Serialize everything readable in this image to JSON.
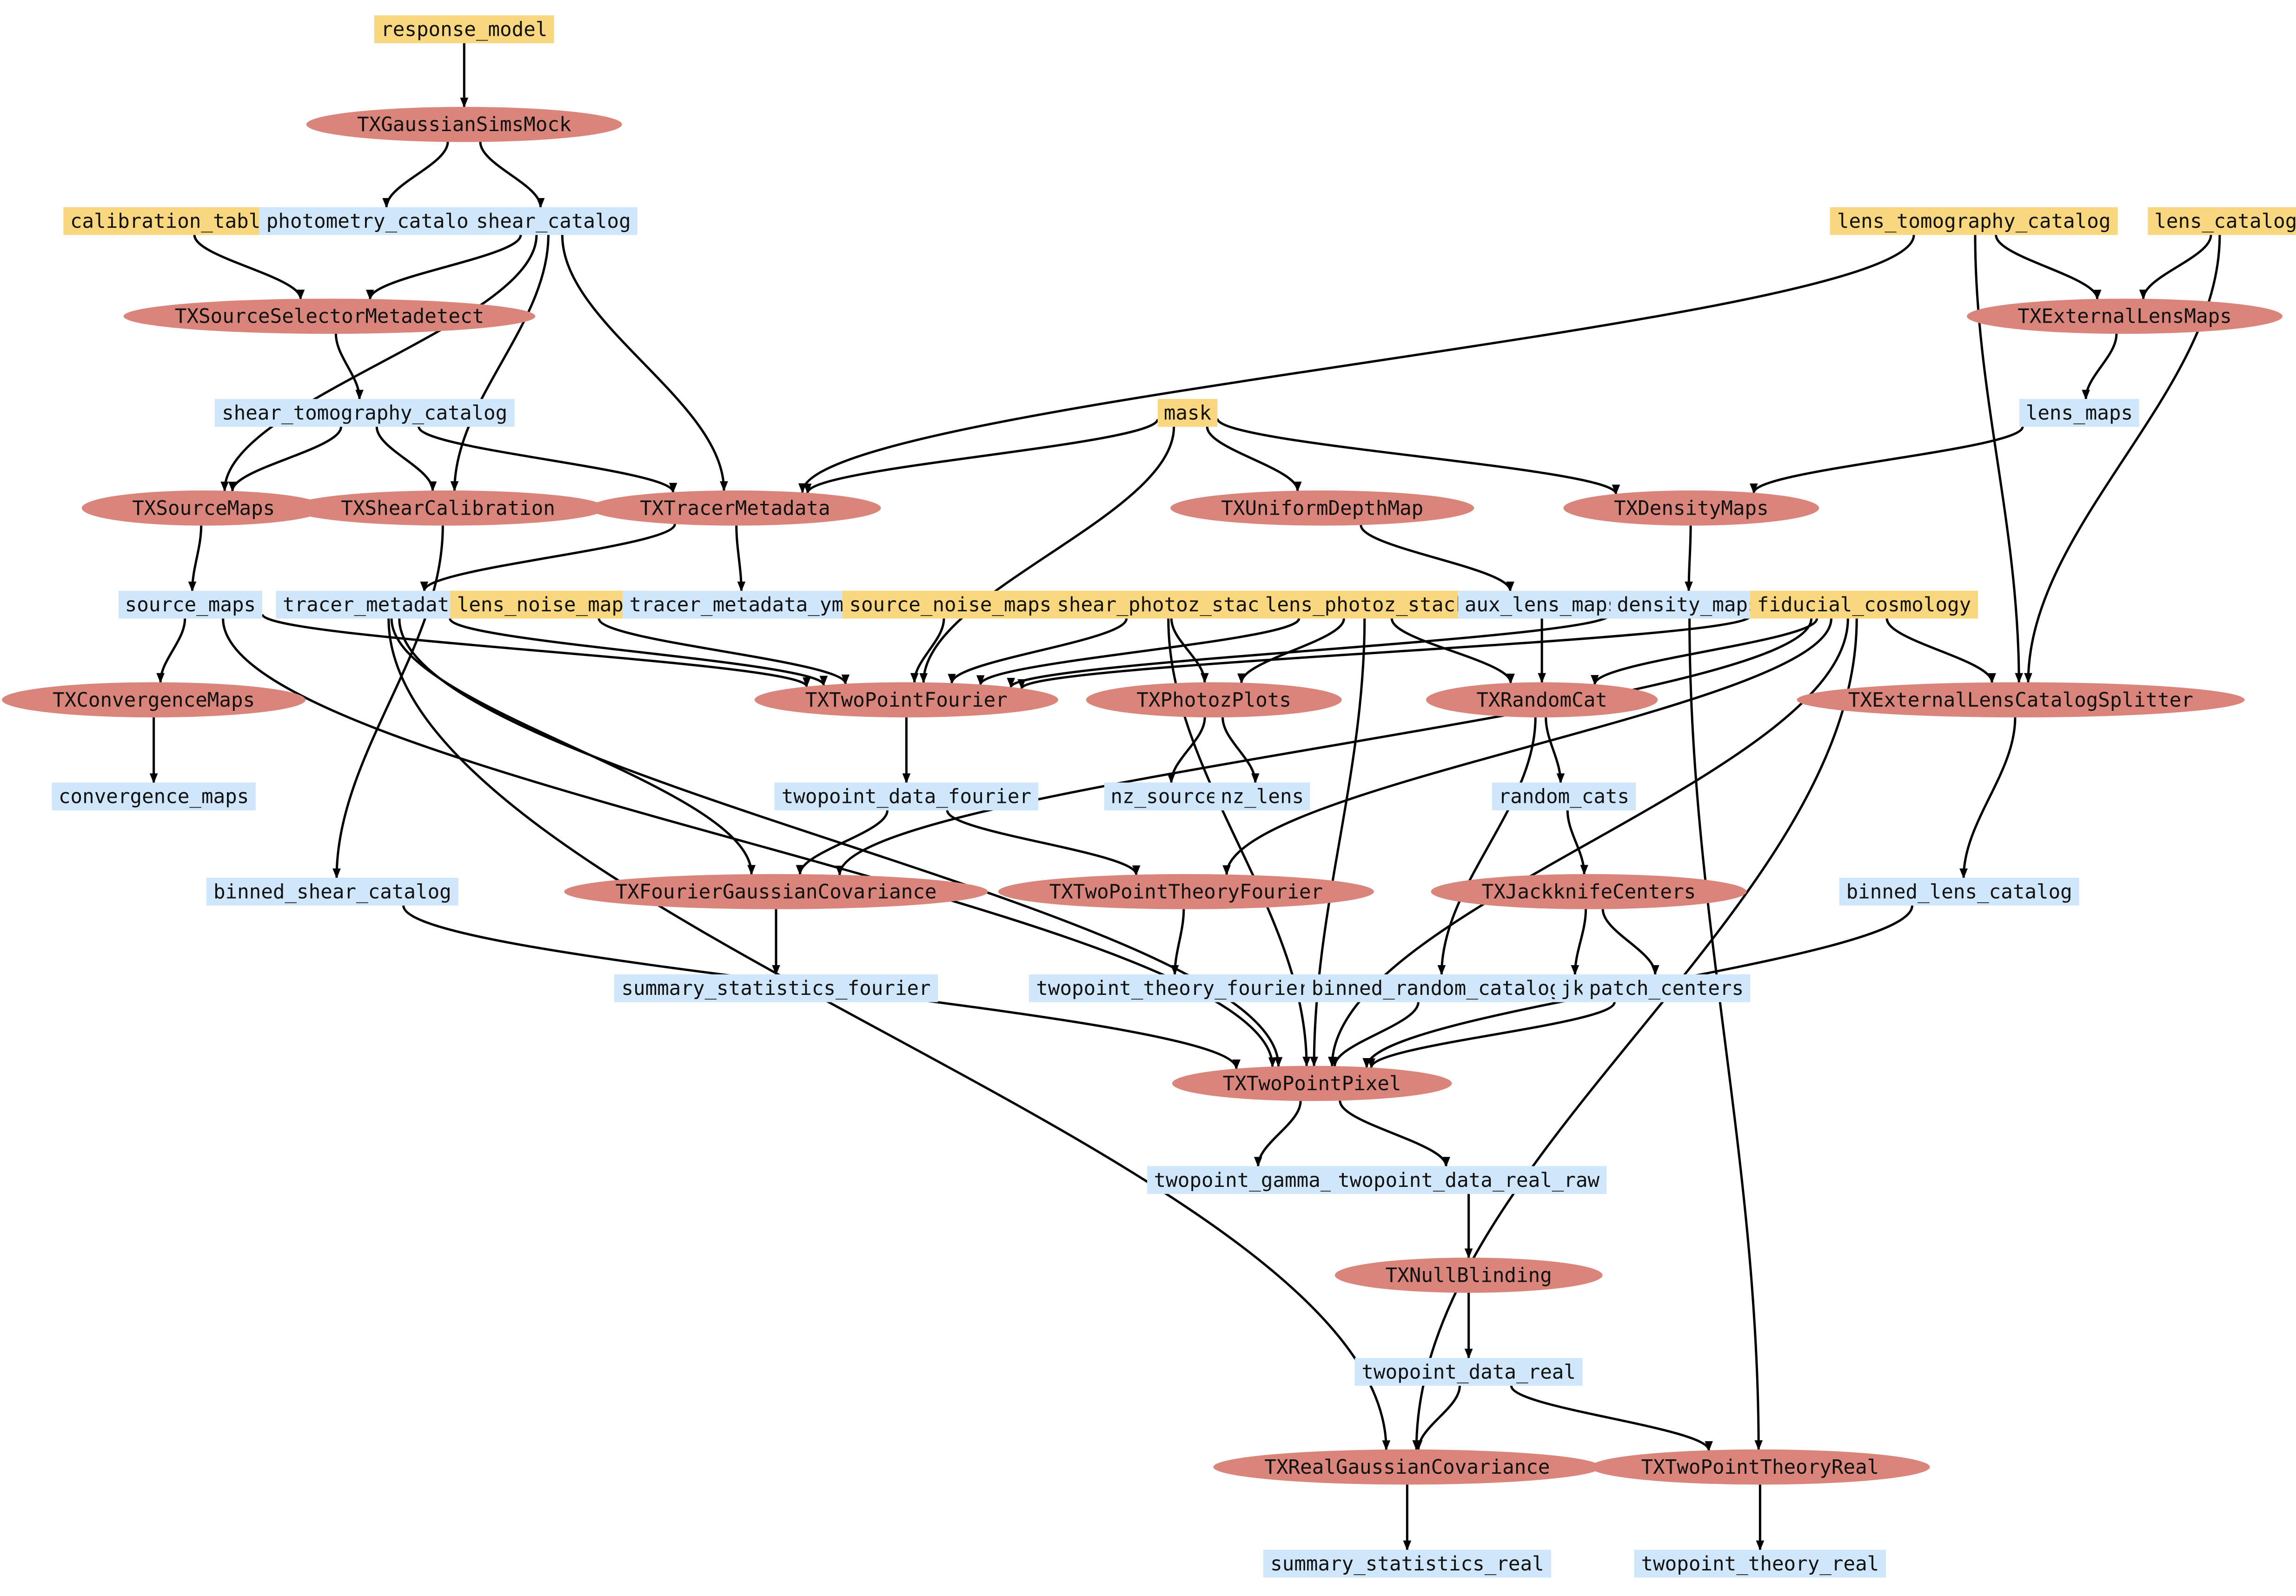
{
  "colors": {
    "input_file": "#f9d77e",
    "output_file": "#cfe6fb",
    "stage": "#d9857c",
    "edge": "#000000"
  },
  "nodes": [
    {
      "id": "response_model",
      "label": "response_model",
      "kind": "input_file"
    },
    {
      "id": "TXGaussianSimsMock",
      "label": "TXGaussianSimsMock",
      "kind": "stage"
    },
    {
      "id": "calibration_table",
      "label": "calibration_table",
      "kind": "input_file"
    },
    {
      "id": "photometry_catalog",
      "label": "photometry_catalog",
      "kind": "output_file"
    },
    {
      "id": "shear_catalog",
      "label": "shear_catalog",
      "kind": "output_file"
    },
    {
      "id": "lens_tomography_catalog",
      "label": "lens_tomography_catalog",
      "kind": "input_file"
    },
    {
      "id": "lens_catalog",
      "label": "lens_catalog",
      "kind": "input_file"
    },
    {
      "id": "TXSourceSelectorMetadetect",
      "label": "TXSourceSelectorMetadetect",
      "kind": "stage"
    },
    {
      "id": "TXExternalLensMaps",
      "label": "TXExternalLensMaps",
      "kind": "stage"
    },
    {
      "id": "shear_tomography_catalog",
      "label": "shear_tomography_catalog",
      "kind": "output_file"
    },
    {
      "id": "mask",
      "label": "mask",
      "kind": "input_file"
    },
    {
      "id": "lens_maps",
      "label": "lens_maps",
      "kind": "output_file"
    },
    {
      "id": "TXSourceMaps",
      "label": "TXSourceMaps",
      "kind": "stage"
    },
    {
      "id": "TXShearCalibration",
      "label": "TXShearCalibration",
      "kind": "stage"
    },
    {
      "id": "TXTracerMetadata",
      "label": "TXTracerMetadata",
      "kind": "stage"
    },
    {
      "id": "TXUniformDepthMap",
      "label": "TXUniformDepthMap",
      "kind": "stage"
    },
    {
      "id": "TXDensityMaps",
      "label": "TXDensityMaps",
      "kind": "stage"
    },
    {
      "id": "source_maps",
      "label": "source_maps",
      "kind": "output_file"
    },
    {
      "id": "tracer_metadata",
      "label": "tracer_metadata",
      "kind": "output_file"
    },
    {
      "id": "lens_noise_maps",
      "label": "lens_noise_maps",
      "kind": "input_file"
    },
    {
      "id": "tracer_metadata_yml",
      "label": "tracer_metadata_yml",
      "kind": "output_file"
    },
    {
      "id": "source_noise_maps",
      "label": "source_noise_maps",
      "kind": "input_file"
    },
    {
      "id": "shear_photoz_stack",
      "label": "shear_photoz_stack",
      "kind": "input_file"
    },
    {
      "id": "lens_photoz_stack",
      "label": "lens_photoz_stack",
      "kind": "input_file"
    },
    {
      "id": "aux_lens_maps",
      "label": "aux_lens_maps",
      "kind": "output_file"
    },
    {
      "id": "density_maps",
      "label": "density_maps",
      "kind": "output_file"
    },
    {
      "id": "fiducial_cosmology",
      "label": "fiducial_cosmology",
      "kind": "input_file"
    },
    {
      "id": "TXConvergenceMaps",
      "label": "TXConvergenceMaps",
      "kind": "stage"
    },
    {
      "id": "TXTwoPointFourier",
      "label": "TXTwoPointFourier",
      "kind": "stage"
    },
    {
      "id": "TXPhotozPlots",
      "label": "TXPhotozPlots",
      "kind": "stage"
    },
    {
      "id": "TXRandomCat",
      "label": "TXRandomCat",
      "kind": "stage"
    },
    {
      "id": "TXExternalLensCatalogSplitter",
      "label": "TXExternalLensCatalogSplitter",
      "kind": "stage"
    },
    {
      "id": "convergence_maps",
      "label": "convergence_maps",
      "kind": "output_file"
    },
    {
      "id": "twopoint_data_fourier",
      "label": "twopoint_data_fourier",
      "kind": "output_file"
    },
    {
      "id": "nz_source",
      "label": "nz_source",
      "kind": "output_file"
    },
    {
      "id": "nz_lens",
      "label": "nz_lens",
      "kind": "output_file"
    },
    {
      "id": "random_cats",
      "label": "random_cats",
      "kind": "output_file"
    },
    {
      "id": "binned_shear_catalog",
      "label": "binned_shear_catalog",
      "kind": "output_file"
    },
    {
      "id": "TXFourierGaussianCovariance",
      "label": "TXFourierGaussianCovariance",
      "kind": "stage"
    },
    {
      "id": "TXTwoPointTheoryFourier",
      "label": "TXTwoPointTheoryFourier",
      "kind": "stage"
    },
    {
      "id": "TXJackknifeCenters",
      "label": "TXJackknifeCenters",
      "kind": "stage"
    },
    {
      "id": "binned_lens_catalog",
      "label": "binned_lens_catalog",
      "kind": "output_file"
    },
    {
      "id": "summary_statistics_fourier",
      "label": "summary_statistics_fourier",
      "kind": "output_file"
    },
    {
      "id": "twopoint_theory_fourier",
      "label": "twopoint_theory_fourier",
      "kind": "output_file"
    },
    {
      "id": "binned_random_catalog",
      "label": "binned_random_catalog",
      "kind": "output_file"
    },
    {
      "id": "jk",
      "label": "jk",
      "kind": "output_file"
    },
    {
      "id": "patch_centers",
      "label": "patch_centers",
      "kind": "output_file"
    },
    {
      "id": "TXTwoPointPixel",
      "label": "TXTwoPointPixel",
      "kind": "stage"
    },
    {
      "id": "twopoint_gamma_x",
      "label": "twopoint_gamma_x",
      "kind": "output_file"
    },
    {
      "id": "twopoint_data_real_raw",
      "label": "twopoint_data_real_raw",
      "kind": "output_file"
    },
    {
      "id": "TXNullBlinding",
      "label": "TXNullBlinding",
      "kind": "stage"
    },
    {
      "id": "twopoint_data_real",
      "label": "twopoint_data_real",
      "kind": "output_file"
    },
    {
      "id": "TXRealGaussianCovariance",
      "label": "TXRealGaussianCovariance",
      "kind": "stage"
    },
    {
      "id": "TXTwoPointTheoryReal",
      "label": "TXTwoPointTheoryReal",
      "kind": "stage"
    },
    {
      "id": "summary_statistics_real",
      "label": "summary_statistics_real",
      "kind": "output_file"
    },
    {
      "id": "twopoint_theory_real",
      "label": "twopoint_theory_real",
      "kind": "output_file"
    }
  ],
  "edges": [
    [
      "response_model",
      "TXGaussianSimsMock"
    ],
    [
      "TXGaussianSimsMock",
      "photometry_catalog"
    ],
    [
      "TXGaussianSimsMock",
      "shear_catalog"
    ],
    [
      "calibration_table",
      "TXSourceSelectorMetadetect"
    ],
    [
      "shear_catalog",
      "TXSourceSelectorMetadetect"
    ],
    [
      "shear_catalog",
      "TXSourceMaps"
    ],
    [
      "shear_catalog",
      "TXShearCalibration"
    ],
    [
      "shear_catalog",
      "TXTracerMetadata"
    ],
    [
      "TXSourceSelectorMetadetect",
      "shear_tomography_catalog"
    ],
    [
      "shear_tomography_catalog",
      "TXSourceMaps"
    ],
    [
      "shear_tomography_catalog",
      "TXShearCalibration"
    ],
    [
      "shear_tomography_catalog",
      "TXTracerMetadata"
    ],
    [
      "lens_tomography_catalog",
      "TXTracerMetadata"
    ],
    [
      "lens_tomography_catalog",
      "TXExternalLensMaps"
    ],
    [
      "lens_tomography_catalog",
      "TXExternalLensCatalogSplitter"
    ],
    [
      "lens_catalog",
      "TXExternalLensMaps"
    ],
    [
      "lens_catalog",
      "TXExternalLensCatalogSplitter"
    ],
    [
      "TXExternalLensMaps",
      "lens_maps"
    ],
    [
      "lens_maps",
      "TXDensityMaps"
    ],
    [
      "mask",
      "TXTracerMetadata"
    ],
    [
      "mask",
      "TXUniformDepthMap"
    ],
    [
      "mask",
      "TXDensityMaps"
    ],
    [
      "mask",
      "TXTwoPointFourier"
    ],
    [
      "TXSourceMaps",
      "source_maps"
    ],
    [
      "TXShearCalibration",
      "binned_shear_catalog"
    ],
    [
      "TXTracerMetadata",
      "tracer_metadata"
    ],
    [
      "TXTracerMetadata",
      "tracer_metadata_yml"
    ],
    [
      "TXUniformDepthMap",
      "aux_lens_maps"
    ],
    [
      "TXDensityMaps",
      "density_maps"
    ],
    [
      "source_maps",
      "TXConvergenceMaps"
    ],
    [
      "source_maps",
      "TXTwoPointFourier"
    ],
    [
      "source_maps",
      "TXTwoPointPixel"
    ],
    [
      "tracer_metadata",
      "TXTwoPointFourier"
    ],
    [
      "tracer_metadata",
      "TXFourierGaussianCovariance"
    ],
    [
      "tracer_metadata",
      "TXTwoPointPixel"
    ],
    [
      "tracer_metadata",
      "TXRealGaussianCovariance"
    ],
    [
      "lens_noise_maps",
      "TXTwoPointFourier"
    ],
    [
      "source_noise_maps",
      "TXTwoPointFourier"
    ],
    [
      "shear_photoz_stack",
      "TXTwoPointFourier"
    ],
    [
      "shear_photoz_stack",
      "TXPhotozPlots"
    ],
    [
      "shear_photoz_stack",
      "TXTwoPointPixel"
    ],
    [
      "lens_photoz_stack",
      "TXTwoPointFourier"
    ],
    [
      "lens_photoz_stack",
      "TXPhotozPlots"
    ],
    [
      "lens_photoz_stack",
      "TXRandomCat"
    ],
    [
      "lens_photoz_stack",
      "TXTwoPointPixel"
    ],
    [
      "aux_lens_maps",
      "TXRandomCat"
    ],
    [
      "density_maps",
      "TXTwoPointFourier"
    ],
    [
      "density_maps",
      "TXTwoPointTheoryReal"
    ],
    [
      "fiducial_cosmology",
      "TXTwoPointFourier"
    ],
    [
      "fiducial_cosmology",
      "TXRandomCat"
    ],
    [
      "fiducial_cosmology",
      "TXExternalLensCatalogSplitter"
    ],
    [
      "fiducial_cosmology",
      "TXTwoPointTheoryFourier"
    ],
    [
      "fiducial_cosmology",
      "TXFourierGaussianCovariance"
    ],
    [
      "fiducial_cosmology",
      "TXTwoPointPixel"
    ],
    [
      "fiducial_cosmology",
      "TXRealGaussianCovariance"
    ],
    [
      "TXConvergenceMaps",
      "convergence_maps"
    ],
    [
      "TXTwoPointFourier",
      "twopoint_data_fourier"
    ],
    [
      "TXPhotozPlots",
      "nz_source"
    ],
    [
      "TXPhotozPlots",
      "nz_lens"
    ],
    [
      "TXRandomCat",
      "random_cats"
    ],
    [
      "TXRandomCat",
      "binned_random_catalog"
    ],
    [
      "TXExternalLensCatalogSplitter",
      "binned_lens_catalog"
    ],
    [
      "twopoint_data_fourier",
      "TXFourierGaussianCovariance"
    ],
    [
      "twopoint_data_fourier",
      "TXTwoPointTheoryFourier"
    ],
    [
      "random_cats",
      "TXJackknifeCenters"
    ],
    [
      "binned_shear_catalog",
      "TXTwoPointPixel"
    ],
    [
      "TXFourierGaussianCovariance",
      "summary_statistics_fourier"
    ],
    [
      "TXTwoPointTheoryFourier",
      "twopoint_theory_fourier"
    ],
    [
      "TXJackknifeCenters",
      "jk"
    ],
    [
      "TXJackknifeCenters",
      "patch_centers"
    ],
    [
      "binned_lens_catalog",
      "TXTwoPointPixel"
    ],
    [
      "binned_random_catalog",
      "TXTwoPointPixel"
    ],
    [
      "patch_centers",
      "TXTwoPointPixel"
    ],
    [
      "TXTwoPointPixel",
      "twopoint_gamma_x"
    ],
    [
      "TXTwoPointPixel",
      "twopoint_data_real_raw"
    ],
    [
      "twopoint_data_real_raw",
      "TXNullBlinding"
    ],
    [
      "TXNullBlinding",
      "twopoint_data_real"
    ],
    [
      "twopoint_data_real",
      "TXRealGaussianCovariance"
    ],
    [
      "twopoint_data_real",
      "TXTwoPointTheoryReal"
    ],
    [
      "TXRealGaussianCovariance",
      "summary_statistics_real"
    ],
    [
      "TXTwoPointTheoryReal",
      "twopoint_theory_real"
    ]
  ]
}
